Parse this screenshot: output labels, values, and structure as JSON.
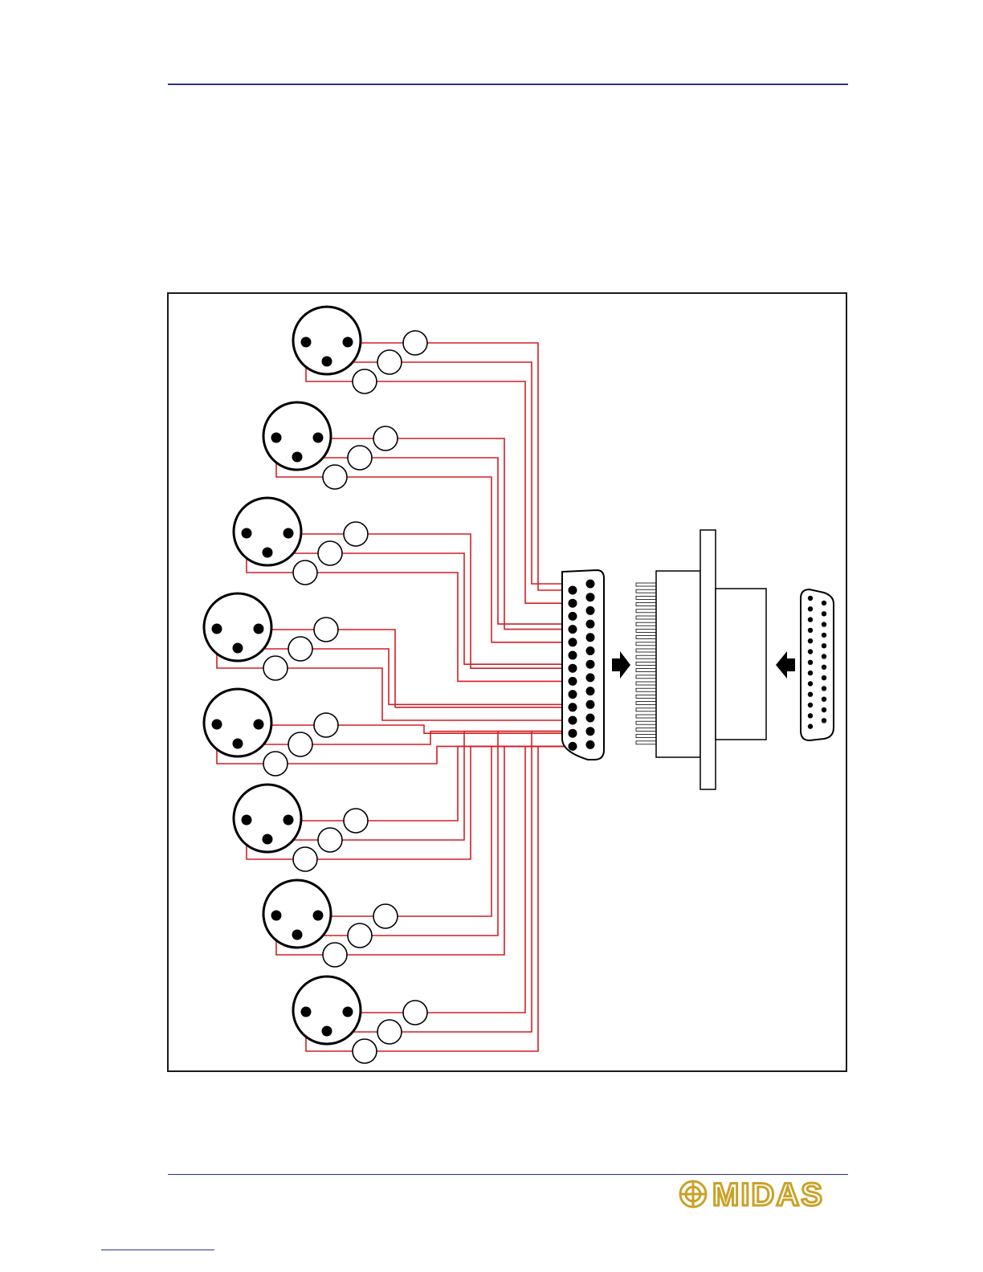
{
  "page": {
    "header_rule": true,
    "footer_rule": true
  },
  "diagram": {
    "xlr_connector_count": 8,
    "dsub_pin_rows": [
      13,
      12
    ],
    "wire_color": "#d21f26",
    "pin_color": "#000000"
  },
  "logo": {
    "brand": "MIDAS",
    "color": "#c9a227",
    "icon": "midas-emblem-icon"
  },
  "colors": {
    "rule": "#2b2f8f",
    "wire": "#d21f26"
  }
}
